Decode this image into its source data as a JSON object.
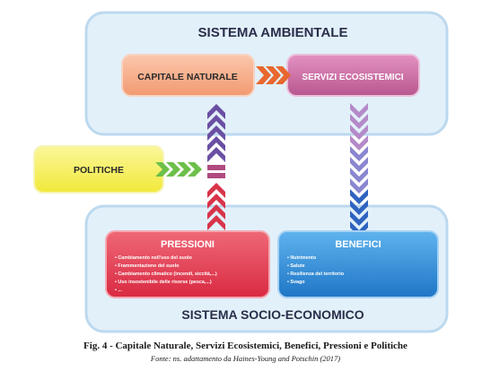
{
  "diagram": {
    "environment_system": {
      "title": "SISTEMA AMBIENTALE"
    },
    "natural_capital": {
      "label": "CAPITALE NATURALE"
    },
    "ecosystem_services": {
      "label": "SERVIZI ECOSISTEMICI"
    },
    "policies": {
      "label": "POLITICHE"
    },
    "pressures": {
      "title": "PRESSIONI",
      "items": [
        "Cambiamento nell'uso del suolo",
        "Frammentazione del suolo",
        "Cambiamento climatico (incendi, siccità,...)",
        "Uso insostenibile delle risorse (pesca,...)",
        "..."
      ]
    },
    "benefits": {
      "title": "BENEFICI",
      "items": [
        "Nutrimento",
        "Salute",
        "Resilienza del territorio",
        "Svago"
      ]
    },
    "socio_economic_system": {
      "title": "SISTEMA SOCIO-ECONOMICO"
    },
    "colors": {
      "environment_panel": "#d9ecf8",
      "natural_capital": "#f6a67e",
      "ecosystem_services": "#c85f9c",
      "policies": "#f6f052",
      "pressures": "#e5344a",
      "benefits": "#2f8fd6",
      "arrow_orange": "#e8682e",
      "arrow_green": "#6cc04a",
      "arrow_purple": "#6a4fa3",
      "arrow_red": "#d8344a",
      "arrow_blue": "#2f63c0"
    }
  },
  "caption": {
    "title": "Fig. 4 - Capitale Naturale, Servizi Ecosistemici, Benefici, Pressioni e Politiche",
    "source": "Fonte: ns. adattamento da Haines-Young and Potschin (2017)"
  }
}
